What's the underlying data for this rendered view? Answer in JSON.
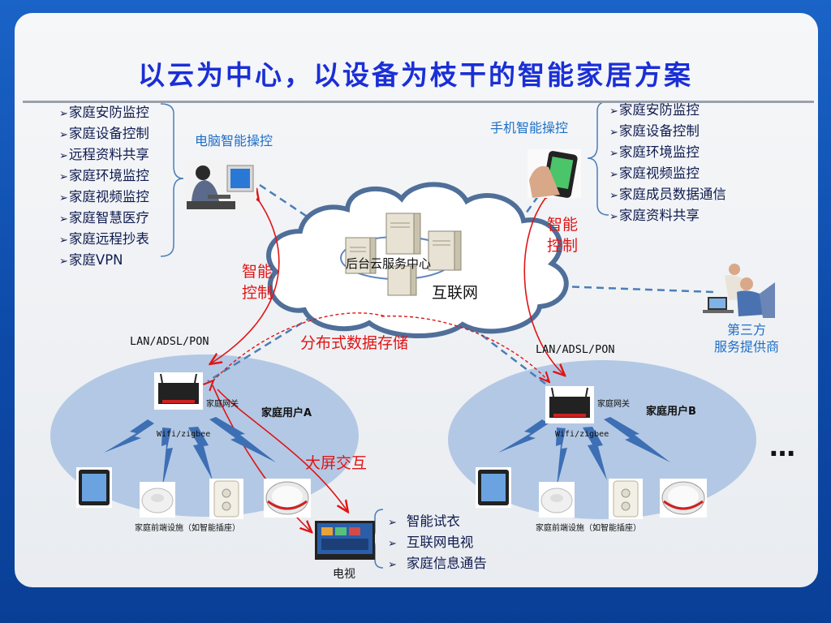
{
  "title": "以云为中心，以设备为枝干的智能家居方案",
  "pc": {
    "label": "电脑智能操控",
    "features": [
      "家庭安防监控",
      "家庭设备控制",
      "远程资料共享",
      "家庭环境监控",
      "家庭视频监控",
      "家庭智慧医疗",
      "家庭远程抄表",
      "家庭VPN"
    ]
  },
  "phone": {
    "label": "手机智能操控",
    "features": [
      "家庭安防监控",
      "家庭设备控制",
      "家庭环境监控",
      "家庭视频监控",
      "家庭成员数据通信",
      "家庭资料共享"
    ]
  },
  "cloud": {
    "server_center": "后台云服务中心",
    "internet": "互联网"
  },
  "smart_control_left": [
    "智能",
    "控制"
  ],
  "smart_control_right": [
    "智能",
    "控制"
  ],
  "third_party": [
    "第三方",
    "服务提供商"
  ],
  "distributed_storage": "分布式数据存储",
  "lan_left": "LAN/ADSL/PON",
  "lan_right": "LAN/ADSL/PON",
  "home_a": {
    "gateway": "家庭网关",
    "user": "家庭用户A",
    "wifi": "Wifi/zigbee",
    "front_end": "家庭前端设施（如智能插座）"
  },
  "home_b": {
    "gateway": "家庭网关",
    "user": "家庭用户B",
    "wifi": "Wifi/zigbee",
    "front_end": "家庭前端设施（如智能插座）"
  },
  "big_screen": "大屏交互",
  "tv": {
    "label": "电视",
    "features": [
      "智能试衣",
      "互联网电视",
      "家庭信息通告"
    ]
  },
  "ellipsis": "…",
  "colors": {
    "background": "#1a63c7",
    "title": "#1a2fd6",
    "accent_red": "#e01515",
    "label_blue": "#1e6fc6",
    "ellipse_fill": "#b3c8e4"
  }
}
